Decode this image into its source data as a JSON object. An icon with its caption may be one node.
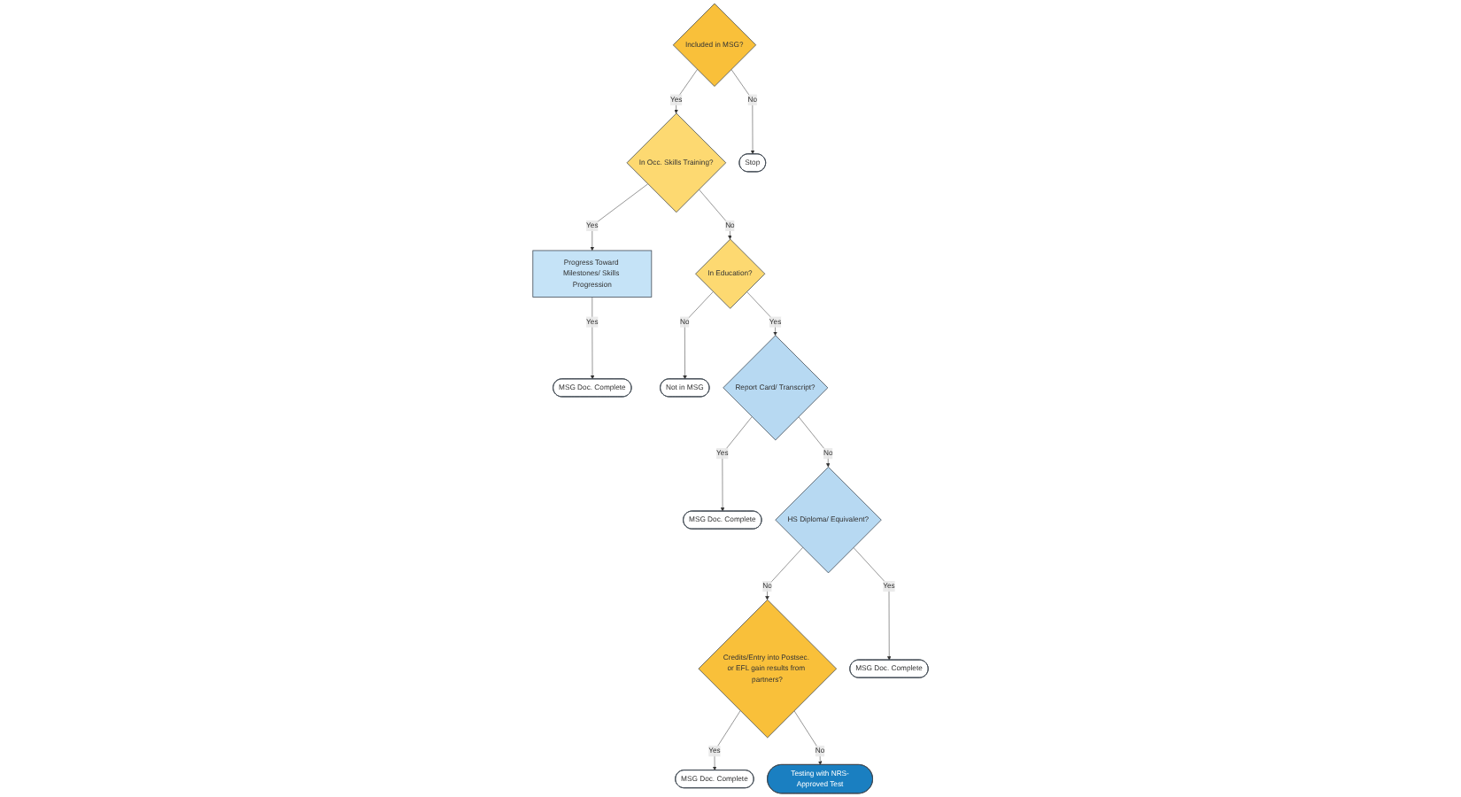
{
  "diagram": {
    "nodes": [
      {
        "text": [
          "Included in MSG?"
        ]
      },
      {
        "text": [
          "In Occ. Skills Training?"
        ]
      },
      {
        "text": [
          "Progress Toward Milestones/ Skills Progression"
        ]
      },
      {
        "text": [
          "MSG Doc. Complete"
        ]
      },
      {
        "text": [
          "Stop"
        ]
      },
      {
        "text": [
          "Not in MSG"
        ]
      },
      {
        "text": [
          "In Education?"
        ]
      },
      {
        "text": [
          "Report Card/ Transcript?"
        ]
      },
      {
        "text": [
          "MSG Doc. Complete"
        ]
      },
      {
        "text": [
          "MSG Doc. Complete"
        ]
      },
      {
        "text": [
          "Credits/Entry into Postsec. or EFL gain results from partners?"
        ]
      },
      {
        "text": [
          "HS Diploma/ Equivalent?"
        ]
      },
      {
        "text": [
          "MSG Doc. Complete"
        ]
      },
      {
        "text": [
          "Testing with NRS-Approved Test"
        ]
      }
    ],
    "edges": [
      {
        "from": 0,
        "to": 1,
        "arrow": "to",
        "label": "Yes"
      },
      {
        "from": 1,
        "to": 2,
        "arrow": "to",
        "label": "Yes"
      },
      {
        "from": 2,
        "to": 3,
        "arrow": "to",
        "label": "Yes"
      },
      {
        "from": 0,
        "to": 4,
        "arrow": "to",
        "label": "No"
      },
      {
        "from": 1,
        "to": 6,
        "arrow": "to",
        "label": "No"
      },
      {
        "from": 6,
        "to": 5,
        "arrow": "to",
        "label": "No"
      },
      {
        "from": 6,
        "to": 7,
        "arrow": "to",
        "label": "Yes"
      },
      {
        "from": 7,
        "to": 8,
        "arrow": "to",
        "label": "Yes"
      },
      {
        "from": 7,
        "to": 11,
        "arrow": "to",
        "label": "No"
      },
      {
        "from": 11,
        "to": 10,
        "arrow": "to",
        "label": "No"
      },
      {
        "from": 11,
        "to": 12,
        "arrow": "to",
        "label": "Yes"
      },
      {
        "from": 10,
        "to": 9,
        "arrow": "to",
        "label": "Yes"
      },
      {
        "from": 10,
        "to": 13,
        "arrow": "to",
        "label": "No"
      }
    ]
  }
}
